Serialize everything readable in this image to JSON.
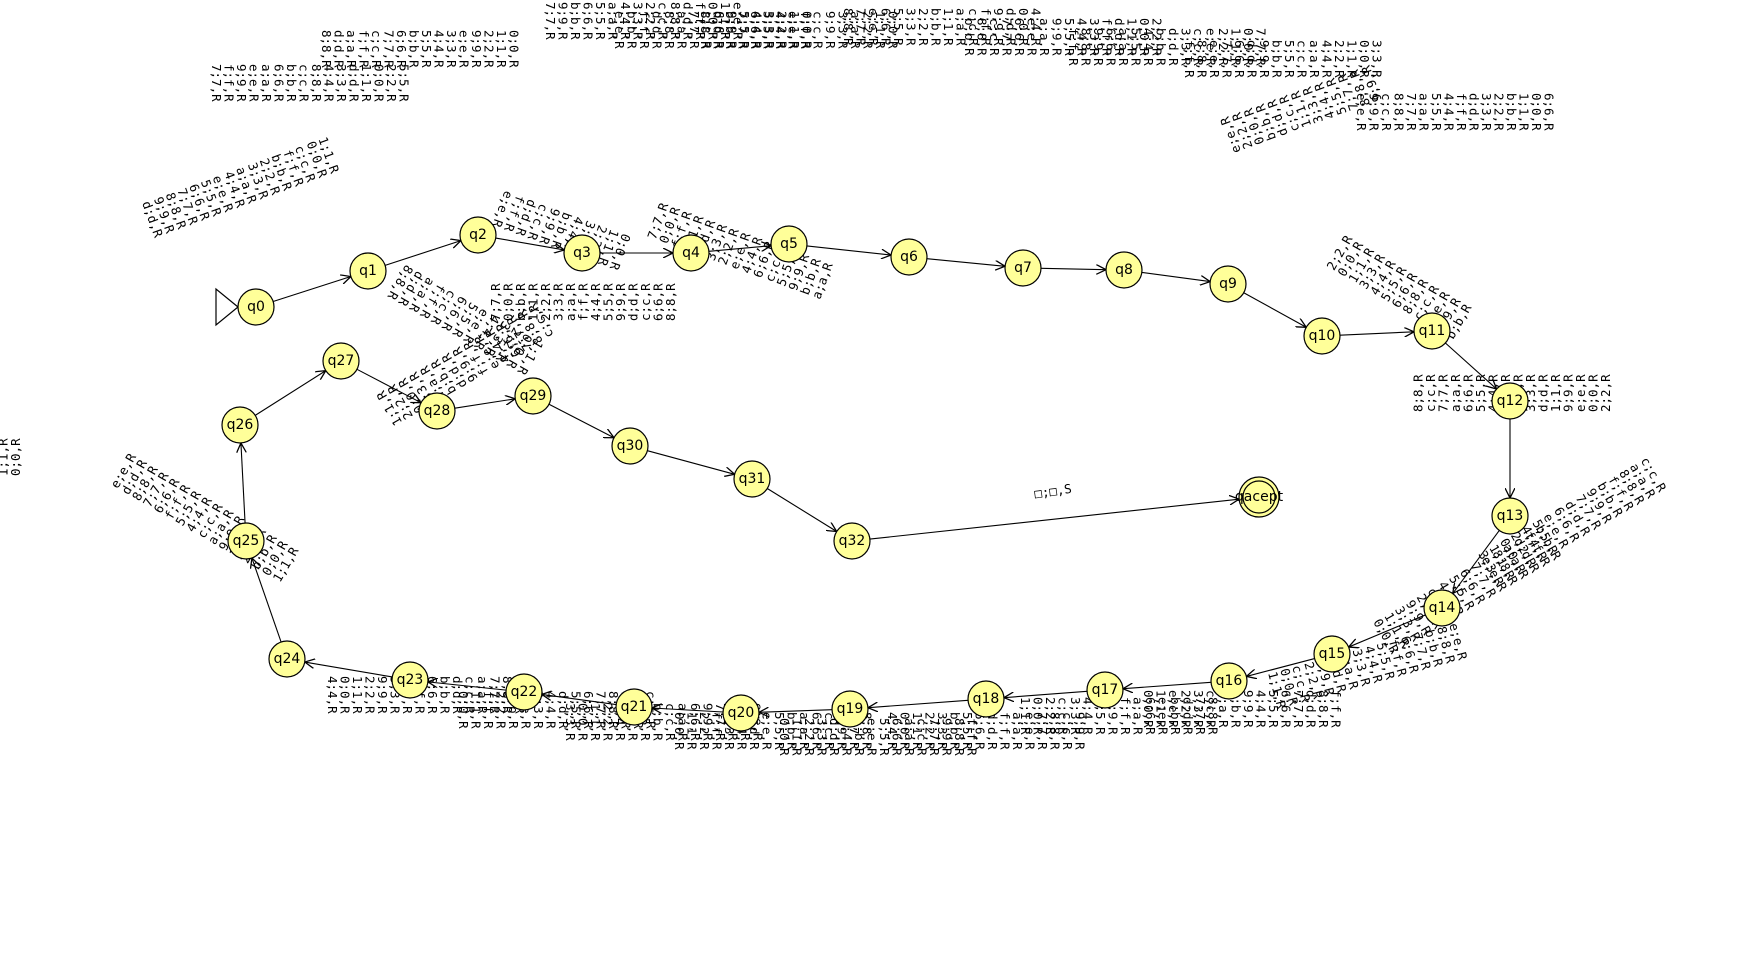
{
  "states": [
    "q0",
    "q1",
    "q2",
    "q3",
    "q4",
    "q5",
    "q6",
    "q7",
    "q8",
    "q9",
    "q10",
    "q11",
    "q12",
    "q13",
    "q14",
    "q15",
    "q16",
    "q17",
    "q18",
    "q19",
    "q20",
    "q21",
    "q22",
    "q23",
    "q24",
    "q25",
    "q26",
    "q27",
    "q28",
    "q29",
    "q30",
    "q31",
    "q32",
    "qacept"
  ],
  "start_state": "q0",
  "accept_states": [
    "qacept"
  ],
  "edges": [
    {
      "from": "q0",
      "to": "q1"
    },
    {
      "from": "q1",
      "to": "q2"
    },
    {
      "from": "q2",
      "to": "q3"
    },
    {
      "from": "q3",
      "to": "q4"
    },
    {
      "from": "q4",
      "to": "q5"
    },
    {
      "from": "q5",
      "to": "q6"
    },
    {
      "from": "q6",
      "to": "q7"
    },
    {
      "from": "q7",
      "to": "q8"
    },
    {
      "from": "q8",
      "to": "q9"
    },
    {
      "from": "q9",
      "to": "q10"
    },
    {
      "from": "q10",
      "to": "q11"
    },
    {
      "from": "q11",
      "to": "q12"
    },
    {
      "from": "q12",
      "to": "q13"
    },
    {
      "from": "q13",
      "to": "q14"
    },
    {
      "from": "q14",
      "to": "q15"
    },
    {
      "from": "q15",
      "to": "q16"
    },
    {
      "from": "q16",
      "to": "q17"
    },
    {
      "from": "q17",
      "to": "q18"
    },
    {
      "from": "q18",
      "to": "q19"
    },
    {
      "from": "q19",
      "to": "q20"
    },
    {
      "from": "q20",
      "to": "q21"
    },
    {
      "from": "q21",
      "to": "q22"
    },
    {
      "from": "q22",
      "to": "q23"
    },
    {
      "from": "q23",
      "to": "q24"
    },
    {
      "from": "q24",
      "to": "q25"
    },
    {
      "from": "q25",
      "to": "q26"
    },
    {
      "from": "q26",
      "to": "q27"
    },
    {
      "from": "q27",
      "to": "q28"
    },
    {
      "from": "q28",
      "to": "q29"
    },
    {
      "from": "q29",
      "to": "q30"
    },
    {
      "from": "q30",
      "to": "q31"
    },
    {
      "from": "q31",
      "to": "q32"
    },
    {
      "from": "q32",
      "to": "qacept"
    }
  ],
  "transition_labels": {
    "q0_q1": [
      "7;7,R",
      "f;f,R",
      "9;9,R",
      "e;e,R",
      "a;a,R",
      "6;6,R",
      "b;b,R",
      "c;c,R",
      "8;8,R",
      "4;4,R",
      "3;3,R",
      "d;d,R",
      "1;1,R",
      "0;0,R",
      "2;2,R",
      "5;5,R"
    ],
    "q1_q2": [
      "8;8,R",
      "d;d,R",
      "a;a,R",
      "f;f,R",
      "c;c,R",
      "7;7,R",
      "6;6,R",
      "b;b,R",
      "5;5,R",
      "4;4,R",
      "3;3,R",
      "e;e,R",
      "9;9,R",
      "2;2,R",
      "1;1,R",
      "0;0,R"
    ],
    "q2_q3": [
      "7;7,R",
      "9;9,R",
      "b;b,R",
      "6;6,R",
      "5;5,R",
      "a;a,R",
      "4;4,R",
      "3;3,R",
      "2;2,R",
      "c;c,R",
      "8;8,R",
      "d;d,R",
      "f;f,R",
      "0;0,R",
      "1;1,R",
      "e;e,R"
    ],
    "q3_q4": [
      "e;e,R",
      "b;b,R",
      "f;f,R",
      "d;d,R",
      "8;8,R",
      "a;a,R",
      "7;7,R",
      "c;c,R",
      "6;6,R",
      "9;9,R",
      "5;5,R",
      "4;4,R",
      "3;3,R",
      "2;2,R",
      "1;1,R",
      "0;0,R"
    ],
    "q4_q5": [
      "8;8,R",
      "d;d,R",
      "b;b,R",
      "7;7,R",
      "6;6,R",
      "5;5,R",
      "4;4,R",
      "e;e,R",
      "f;f,R",
      "c;c,R",
      "9;9,R",
      "3;3,R",
      "a;a,R",
      "2;2,R",
      "1;1,R",
      "0;0,R"
    ],
    "q5_q6": [
      "8;8,R",
      "7;7,R",
      "e;e,R",
      "6;6,R",
      "5;5,R",
      "3;3,R",
      "2;2,R",
      "b;b,R",
      "1;1,R",
      "a;a,R",
      "c;c,R",
      "f;f,R",
      "9;9,R",
      "d;d,R",
      "0;0,R",
      "4;4,R"
    ],
    "q6_q7": [
      "b;b,R",
      "8;8,R",
      "c;c,R",
      "7;7,R",
      "6;6,R",
      "e;e,R",
      "a;a,R",
      "9;9,R",
      "5;5,R",
      "4;4,R",
      "3;3,R",
      "f;f,R",
      "d;d,R",
      "1;1,R",
      "0;0,R",
      "2;2,R"
    ],
    "q7_q8": [
      "f;f,R",
      "8;8,R",
      "9;9,R",
      "6;6,R",
      "a;a,R",
      "5;5,R",
      "4;4,R",
      "b;b,R",
      "d;d,R",
      "3;3,R",
      "c;c,R",
      "e;e,R",
      "2;2,R",
      "1;1,R",
      "0;0,R",
      "7;7,R"
    ],
    "q8_q9": [
      "f;f,R",
      "8;8,R",
      "e;e,R",
      "7;7,R",
      "6;6,R",
      "d;d,R",
      "9;9,R",
      "b;b,R",
      "5;5,R",
      "c;c,R",
      "a;a,R",
      "4;4,R",
      "2;2,R",
      "1;1,R",
      "0;0,R",
      "3;3,R"
    ],
    "q9_q10": [
      "9;9,R",
      "8;8,R",
      "7;7,R",
      "5;5,R",
      "4;4,R",
      "3;3,R",
      "1;1,R",
      "c;c,R",
      "d;d,R",
      "b;b,R",
      "0;0,R",
      "2;2,R",
      "e;e,R"
    ],
    "q10_q11": [
      "e;e,R",
      "9;9,R",
      "c;c,R",
      "8;8,R",
      "7;7,R",
      "a;a,R",
      "5;5,R",
      "4;4,R",
      "f;f,R",
      "d;d,R",
      "3;3,R",
      "2;2,R",
      "b;b,R",
      "1;1,R",
      "0;0,R",
      "6;6,R"
    ],
    "q11_q12": [
      "b;b,R",
      "9;9,R",
      "e;e,R",
      "c;c,R",
      "8;8,R",
      "6;6,R",
      "5;5,R",
      "4;4,R",
      "3;3,R",
      "1;1,R",
      "0;0,R",
      "2;2,R"
    ],
    "q12_q13": [
      "2;2,R",
      "0;0,R",
      "e;e,R",
      "9;9,R",
      "1;1,R",
      "d;d,R",
      "3;3,R",
      "b;b,R",
      "f;f,R",
      "4;4,R",
      "5;5,R",
      "6;6,R",
      "a;a,R",
      "7;7,R",
      "c;c,R",
      "8;8,R"
    ],
    "q13_q14": [
      "3;3,R",
      "1;1,R",
      "0;0,R",
      "2;2,R",
      "4;4,R",
      "5;5,R",
      "e;e,R",
      "6;6,R",
      "d;d,R",
      "7;7,R",
      "9;9,R",
      "b;b,R",
      "f;f,R",
      "8;8,R",
      "a;a,R",
      "c;c,R"
    ],
    "q14_q15": [
      "0;0,R",
      "1;1,R",
      "3;3,R",
      "9;9,R",
      "2;2,R",
      "c;c,R",
      "4;4,R",
      "5;5,R",
      "6;6,R",
      "7;7,R",
      "e;e,R",
      "8;8,R",
      "a;a,R",
      "d;d,R",
      "f;f,R",
      "b;b,R"
    ],
    "q15_q16": [
      "1;1,R",
      "0;0,R",
      "c;c,R",
      "2;2,R",
      "9;9,R",
      "d;d,R",
      "a;a,R",
      "3;3,R",
      "4;4,R",
      "5;5,R",
      "f;f,R",
      "6;6,R",
      "7;7,R",
      "b;b,R",
      "8;8,R",
      "e;e,R"
    ],
    "q16_q17": [
      "0;0,R",
      "1;1,R",
      "e;e,R",
      "2;2,R",
      "3;3,R",
      "c;c,R",
      "a;a,R",
      "b;b,R",
      "9;9,R",
      "4;4,R",
      "5;5,R",
      "6;6,R",
      "7;7,R",
      "d;d,R",
      "8;8,R",
      "f;f,R"
    ],
    "q17_q18": [
      "1;1,R",
      "0;0,R",
      "2;2,R",
      "c;c,R",
      "3;3,R",
      "4;4,R",
      "5;5,R",
      "9;9,R",
      "f;f,R",
      "a;a,R",
      "6;6,R",
      "e;e,R",
      "b;b,R",
      "d;d,R",
      "7;7,R",
      "8;8,R"
    ],
    "q18_q19": [
      "4;4,R",
      "0;0,R",
      "1;1,R",
      "2;2,R",
      "3;3,R",
      "b;b,R",
      "5;5,R",
      "6;6,R",
      "d;d,R",
      "f;f,R",
      "a;a,R",
      "e;e,R",
      "7;7,R",
      "8;8,R",
      "c;c,R",
      "9;9,R"
    ],
    "q19_q20": [
      "0;0,R",
      "1;1,R",
      "2;2,R",
      "3;3,R",
      "d;d,R",
      "4;4,R",
      "b;b,R",
      "e;e,R",
      "5;5,R",
      "6;6,R",
      "a;a,R",
      "c;c,R",
      "7;7,R",
      "9;9,R",
      "8;8,R",
      "f;f,R"
    ],
    "q20_q21": [
      "0;0,R",
      "1;1,R",
      "2;2,R",
      "f;f,R",
      "3;3,R",
      "4;4,R",
      "d;d,R",
      "e;e,R",
      "5;5,R",
      "b;b,R",
      "a;a,R",
      "6;6,R",
      "c;c,R",
      "9;9,R",
      "7;7,R",
      "8;8,R"
    ],
    "q21_q22": [
      "3;3,R",
      "0;0,R",
      "1;1,R",
      "2;2,R",
      "4;4,R",
      "f;f,R",
      "5;5,R",
      "b;b,R",
      "c;c,R",
      "a;a,R",
      "6;6,R",
      "9;9,R",
      "7;7,R",
      "d;d,R",
      "8;8,R",
      "e;e,R"
    ],
    "q22_q23": [
      "0;0,R",
      "1;1,R",
      "f;f,R",
      "2;2,R",
      "b;b,R",
      "e;e,R",
      "3;3,R",
      "4;4,R",
      "d;d,R",
      "5;5,R",
      "6;6,R",
      "7;7,R",
      "8;8,R",
      "9;9,R",
      "a;a,R",
      "c;c,R"
    ],
    "q23_q24": [
      "4;4,R",
      "0;0,R",
      "1;1,R",
      "2;2,R",
      "9;9,R",
      "3;3,R",
      "5;5,R",
      "f;f,R",
      "6;6,R",
      "b;b,R",
      "d;d,R",
      "c;c,R",
      "a;a,R",
      "7;7,R",
      "8;8,R",
      "e;e,R"
    ],
    "q24_q25": [
      "1;1,R",
      "0;0,R",
      "b;b,R",
      "2;2,R",
      "3;3,R",
      "9;9,R",
      "a;a,R",
      "c;c,R",
      "4;4,R",
      "5;5,R",
      "f;f,R",
      "6;6,R",
      "7;7,R",
      "8;8,R",
      "d;d,R",
      "e;e,R"
    ],
    "q25_q26": [
      "0;0,R",
      "1;1,R",
      "a;a,R",
      "2;2,R",
      "e;e,R",
      "3;3,R",
      "b;b,R",
      "4;4,R",
      "5;5,R",
      "6;6,R",
      "9;9,R",
      "7;7,R",
      "d;d,R",
      "c;c,R",
      "8;8,R",
      "f;f,R"
    ],
    "q26_q27": [
      "d;d,R",
      "9;9,R",
      "8;8,R",
      "7;7,R",
      "6;6,R",
      "5;5,R",
      "e;e,R",
      "4;4,R",
      "a;a,R",
      "3;3,R",
      "2;2,R",
      "b;b,R",
      "f;f,R",
      "c;c,R",
      "0;0,R",
      "1;1,R"
    ],
    "q27_q28": [
      "8;8,R",
      "d;d,R",
      "a;a,R",
      "f;f,R",
      "c;c,R",
      "6;6,R",
      "5;5,R",
      "e;e,R",
      "4;4,R",
      "3;3,R",
      "2;2,R",
      "0;0,R",
      "1;1,R"
    ],
    "q28_q29": [
      "e;e,R",
      "f;f,R",
      "d;d,R",
      "c;c,R",
      "9;9,R",
      "b;b,R",
      "4;4,R",
      "3;3,R",
      "2;2,R",
      "1;1,R",
      "0;0,R"
    ],
    "q29_q30": [
      "c;c,R",
      "8;8,R",
      "7;7,R",
      "6;6,R",
      "4;4,R",
      "e;e,R",
      "f;f,R",
      "9;9,R",
      "d;d,R",
      "b;b,R",
      "a;a,R",
      "3;3,R",
      "0;0,R",
      "2;2,R",
      "1;1,R"
    ],
    "q30_q31": [
      "8;8,R",
      "6;6,R",
      "c;c,R",
      "d;d,R",
      "9;9,R",
      "5;5,R",
      "4;4,R",
      "f;f,R",
      "a;a,R",
      "3;3,R",
      "2;2,R",
      "1;1,R",
      "b;b,R",
      "0;0,R",
      "7;7,R"
    ],
    "q31_q32": [
      "a;a,R",
      "b;b,R",
      "9;9,R",
      "5;5,R",
      "c;c,R",
      "6;6,R",
      "4;4,R",
      "e;e,R",
      "2;2,R",
      "3;3,R",
      "d;d,R",
      "1;1,R",
      "f;f,R",
      "0;0,R",
      "7;7,R"
    ],
    "q32_qacept": [
      "□;□,S"
    ]
  }
}
